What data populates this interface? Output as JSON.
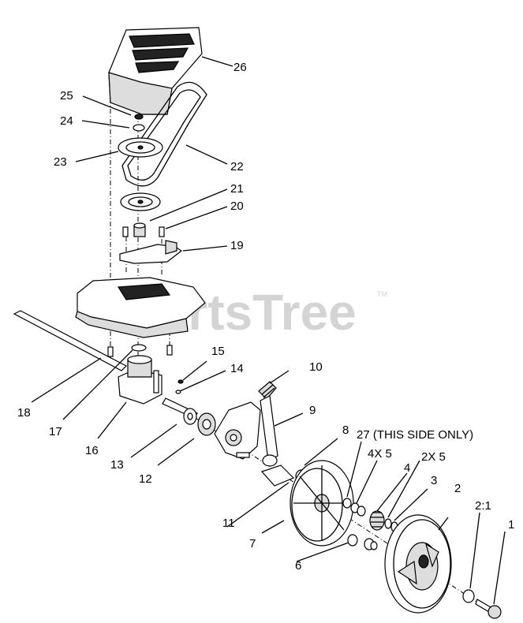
{
  "watermark": {
    "text": "PartsTree",
    "mark": "TM"
  },
  "labels": [
    {
      "id": "26",
      "text": "26"
    },
    {
      "id": "25",
      "text": "25"
    },
    {
      "id": "24",
      "text": "24"
    },
    {
      "id": "23",
      "text": "23"
    },
    {
      "id": "22",
      "text": "22"
    },
    {
      "id": "21",
      "text": "21"
    },
    {
      "id": "20",
      "text": "20"
    },
    {
      "id": "19",
      "text": "19"
    },
    {
      "id": "18",
      "text": "18"
    },
    {
      "id": "17",
      "text": "17"
    },
    {
      "id": "16",
      "text": "16"
    },
    {
      "id": "15",
      "text": "15"
    },
    {
      "id": "14",
      "text": "14"
    },
    {
      "id": "13",
      "text": "13"
    },
    {
      "id": "12",
      "text": "12"
    },
    {
      "id": "11",
      "text": "11"
    },
    {
      "id": "10",
      "text": "10"
    },
    {
      "id": "9",
      "text": "9"
    },
    {
      "id": "8",
      "text": "8"
    },
    {
      "id": "7",
      "text": "7"
    },
    {
      "id": "6",
      "text": "6"
    },
    {
      "id": "27",
      "text": "27 (THIS SIDE ONLY)"
    },
    {
      "id": "4x5",
      "text": "4X 5"
    },
    {
      "id": "2x5",
      "text": "2X 5"
    },
    {
      "id": "4",
      "text": "4"
    },
    {
      "id": "3",
      "text": "3"
    },
    {
      "id": "2",
      "text": "2"
    },
    {
      "id": "2to1",
      "text": "2:1"
    },
    {
      "id": "1",
      "text": "1"
    }
  ]
}
